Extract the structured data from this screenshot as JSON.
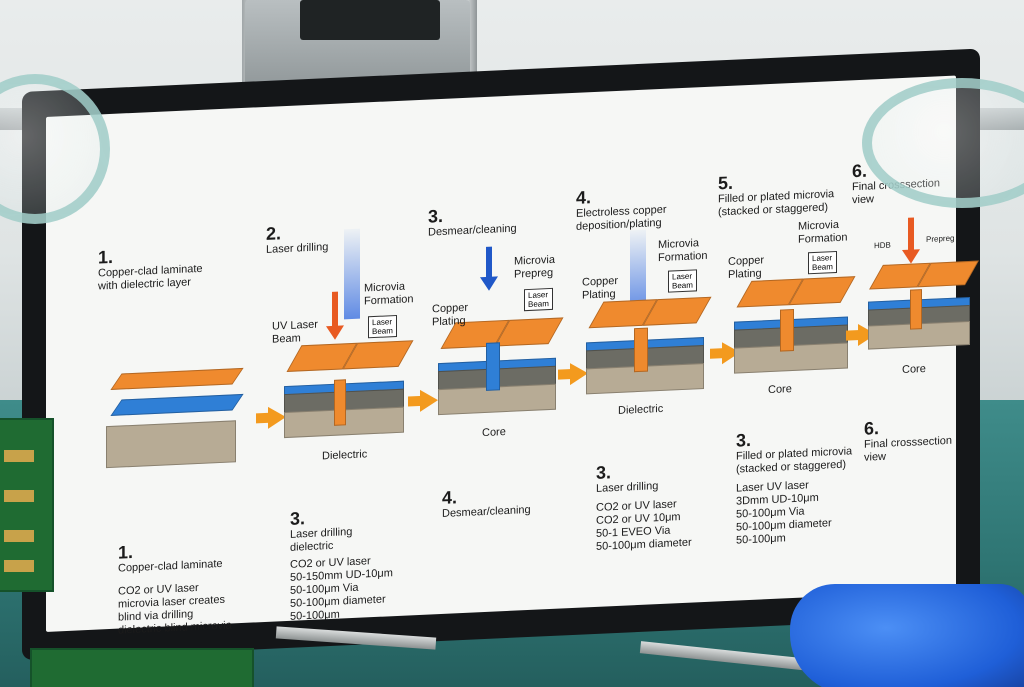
{
  "screen": {
    "top_steps": [
      {
        "num": "1.",
        "label": "Copper-clad laminate\nwith dielectric layer"
      },
      {
        "num": "2.",
        "label": "Laser drilling"
      },
      {
        "num": "3.",
        "label": "Desmear/cleaning"
      },
      {
        "num": "4.",
        "label": "Electroless copper\ndeposition/plating"
      },
      {
        "num": "5.",
        "label": "Filled or plated microvia\n(stacked or staggered)"
      },
      {
        "num": "6.",
        "label": "Final crosssection view"
      }
    ],
    "diagram_labels": {
      "uv_laser_beam": "UV Laser\nBeam",
      "microvia_formation_1": "Microvia\nFormation",
      "laser_beam_1": "Laser\nBeam",
      "dielectric_1": "Dielectric",
      "copper_plating_1": "Copper\nPlating",
      "microvia_prepreg": "Microvia\nPrepreg",
      "laser_beam_2": "Laser\nBeam",
      "core_1": "Core",
      "copper_plating_2": "Copper\nPlating",
      "microvia_formation_2": "Microvia\nFormation",
      "laser_beam_3": "Laser\nBeam",
      "dielectric_2": "Dielectric",
      "copper_plating_3": "Copper\nPlating",
      "microvia_formation_3": "Microvia\nFormation",
      "laser_beam_4": "Laser\nBeam",
      "core_2": "Core",
      "hdb": "HDB",
      "prepreg": "Prepreg",
      "core_3": "Core"
    },
    "bottom_steps": [
      {
        "num": "1.",
        "title": "Copper-clad laminate",
        "details": "CO2 or UV laser\nmicrovia laser creates\nblind via drilling\ndielectric blind microvia"
      },
      {
        "num": "3.",
        "title": "Laser drilling\ndielectric",
        "details": "CO2 or UV laser\n50-150mm UD-10μm\n50-100μm Via\n50-100μm diameter\n50-100μm"
      },
      {
        "num": "4.",
        "title": "Desmear/cleaning",
        "details": ""
      },
      {
        "num": "3.",
        "title": "Laser drilling",
        "details": "CO2 or UV laser\nCO2 or UV 10μm\n50-1 EVEO Via\n50-100μm diameter"
      },
      {
        "num": "3.",
        "title": "Filled or plated microvia\n(stacked or staggered)",
        "details": "Laser UV laser\n3Dmm UD-10μm\n50-100μm Via\n50-100μm diameter\n50-100μm"
      },
      {
        "num": "6.",
        "title": "Final crosssection view",
        "details": ""
      }
    ]
  },
  "colors": {
    "copper": "#ef8a2e",
    "dielectric": "#2f7fd6",
    "core": "#b7ab95",
    "arrow": "#f39a1e",
    "bench": "#2f7674",
    "glove": "#2a6be0"
  }
}
